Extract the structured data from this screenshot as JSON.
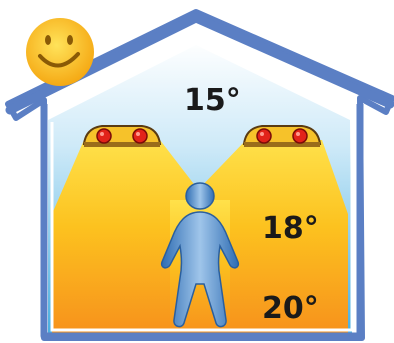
{
  "temperatures": {
    "ceiling": "15°",
    "middle": "18°",
    "floor": "20°"
  },
  "icons": {
    "sun": "smiling-sun-icon",
    "person": "person-icon",
    "heater": "ceiling-heater-icon"
  },
  "colors": {
    "house_outline": "#5b7fc4",
    "sky_top": "#ffffff",
    "sky_bottom": "#4fb3e3",
    "warm_top": "#ffd21f",
    "warm_bottom": "#f7941d",
    "sun": "#f9c31a",
    "person": "#4f86c6",
    "heater_body": "#f6c22a",
    "heater_lamp": "#e2231a"
  }
}
